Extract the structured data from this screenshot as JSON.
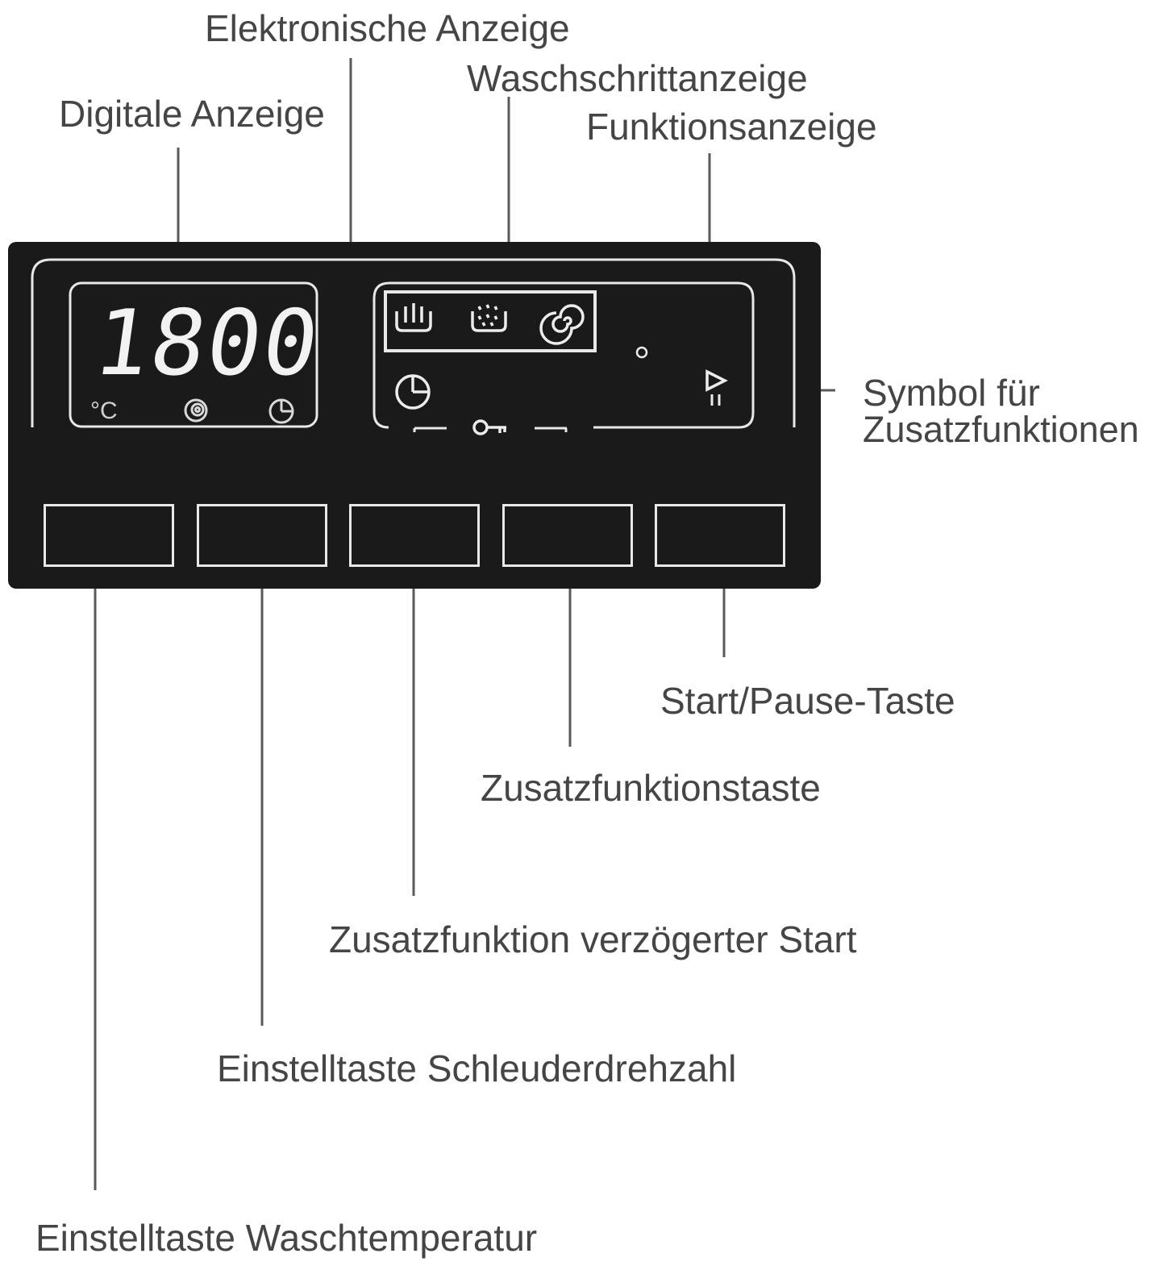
{
  "labels": {
    "electronic_display": "Elektronische Anzeige",
    "wash_step_display": "Waschschrittanzeige",
    "digital_display": "Digitale Anzeige",
    "function_display": "Funktionsanzeige",
    "additional_function_symbol_line1": "Symbol für",
    "additional_function_symbol_line2": "Zusatzfunktionen",
    "start_pause_button": "Start/Pause-Taste",
    "additional_function_button": "Zusatzfunktionstaste",
    "delayed_start_function": "Zusatzfunktion verzögerter Start",
    "spin_speed_button": "Einstelltaste Schleuderdrehzahl",
    "wash_temperature_button": "Einstelltaste Waschtemperatur"
  },
  "display": {
    "digits": "1800",
    "unit_symbol": "°C"
  },
  "icons": {
    "digital_display": [
      "temperature-icon",
      "spin-icon",
      "timer-icon"
    ],
    "wash_steps": [
      "wash-tub-icon",
      "rinse-icon",
      "spin-spiral-icon"
    ],
    "function_display": [
      "delay-timer-icon",
      "child-lock-key-icon",
      "start-pause-icon",
      "indicator-dot-icon"
    ]
  },
  "colors": {
    "panel": "#1a1a1a",
    "panel_lines": "#e8e8e8",
    "leader_lines": "#5a5a5a",
    "label_text": "#454545"
  }
}
